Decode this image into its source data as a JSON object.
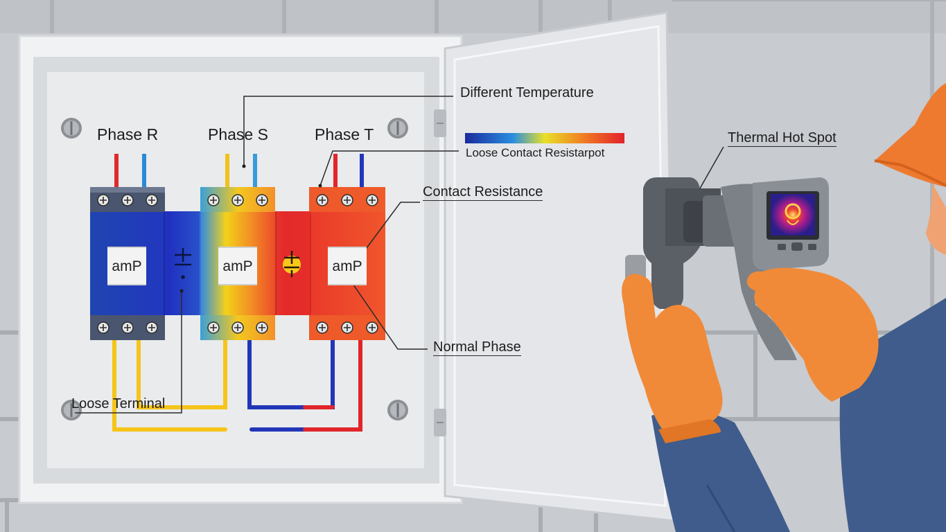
{
  "phases": [
    {
      "label": "Phase R"
    },
    {
      "label": "Phase S"
    },
    {
      "label": "Phase T"
    }
  ],
  "breaker_label": "amP",
  "callouts": {
    "different_temperature": "Different Temperature",
    "scale_label": "Loose Contact Resistarpot",
    "contact_resistance": "Contact Resistance",
    "normal_phase": "Normal Phase",
    "loose_terminal": "Loose Terminal",
    "thermal_hot_spot": "Thermal Hot Spot"
  },
  "colors": {
    "cold": "#1a3fa8",
    "warm": "#f0c818",
    "hot": "#e3262a",
    "glove": "#f08a38",
    "sleeve": "#3f5c8c",
    "helmet": "#ee7a30",
    "panel": "#e8eaec"
  },
  "icons": [
    "screw-icon",
    "hinge-icon",
    "terminal-screw-icon",
    "thermal-camera-icon"
  ]
}
